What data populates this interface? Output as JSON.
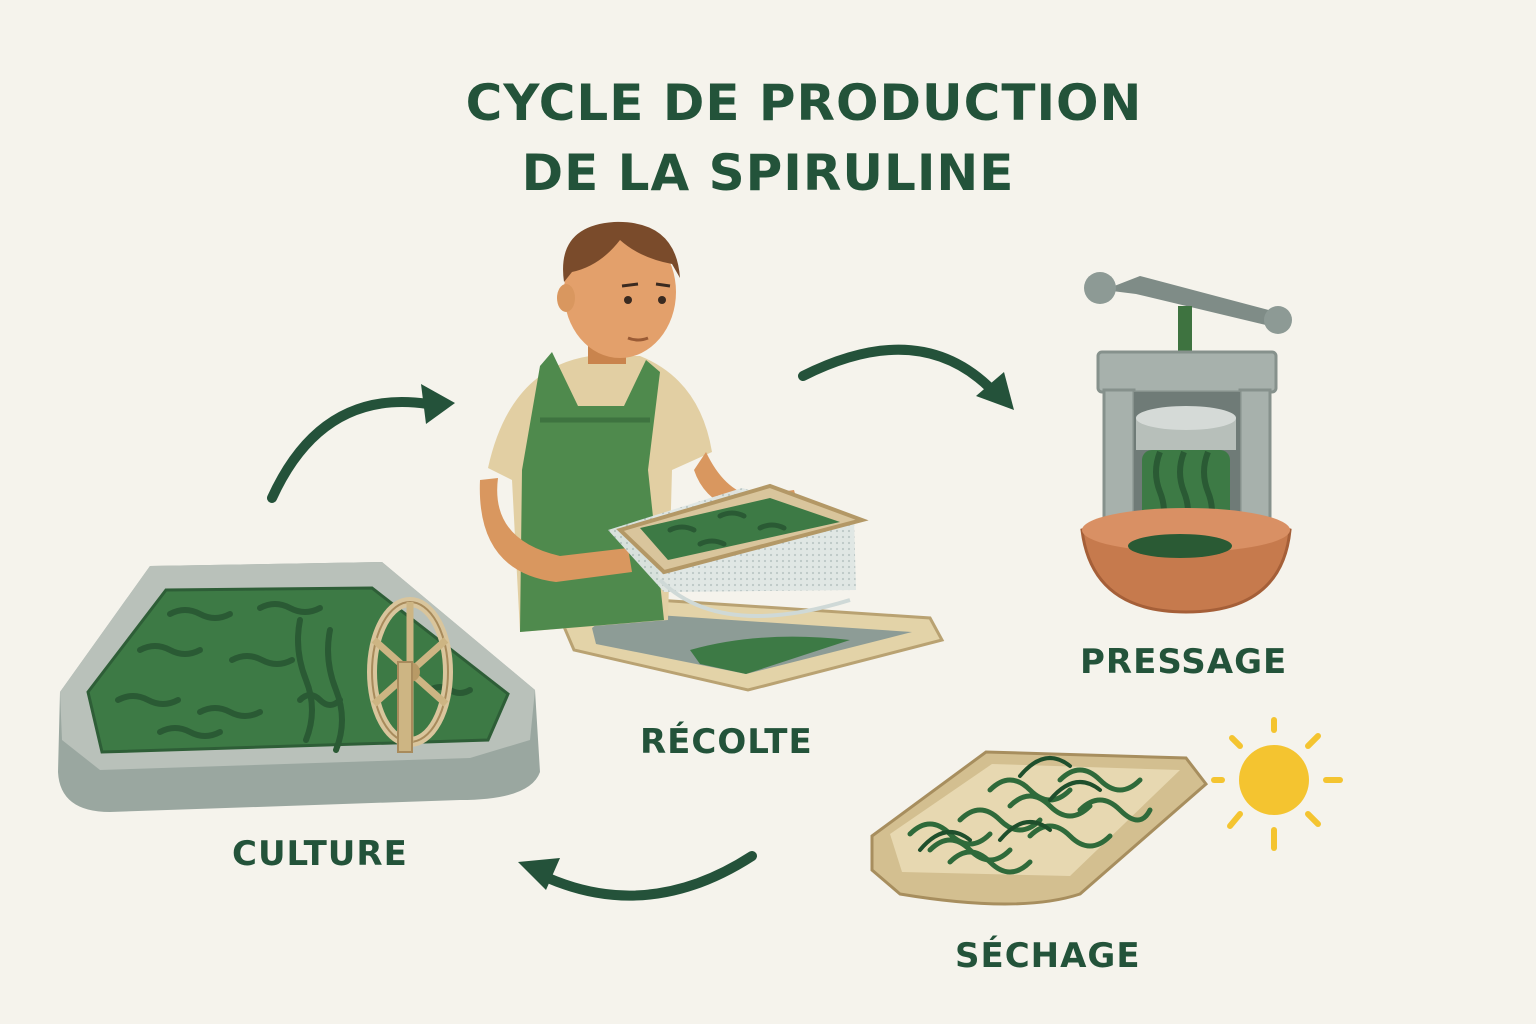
{
  "title": {
    "line1": "CYCLE DE PRODUCTION",
    "line2": "DE LA SPIRULINE"
  },
  "steps": {
    "culture": "CULTURE",
    "recolte": "RÉCOLTE",
    "pressage": "PRESSAGE",
    "sechage": "SÉCHAGE"
  },
  "colors": {
    "background": "#f5f3ec",
    "text": "#23533a",
    "arrow": "#24523a",
    "algae": "#3d7a45"
  }
}
